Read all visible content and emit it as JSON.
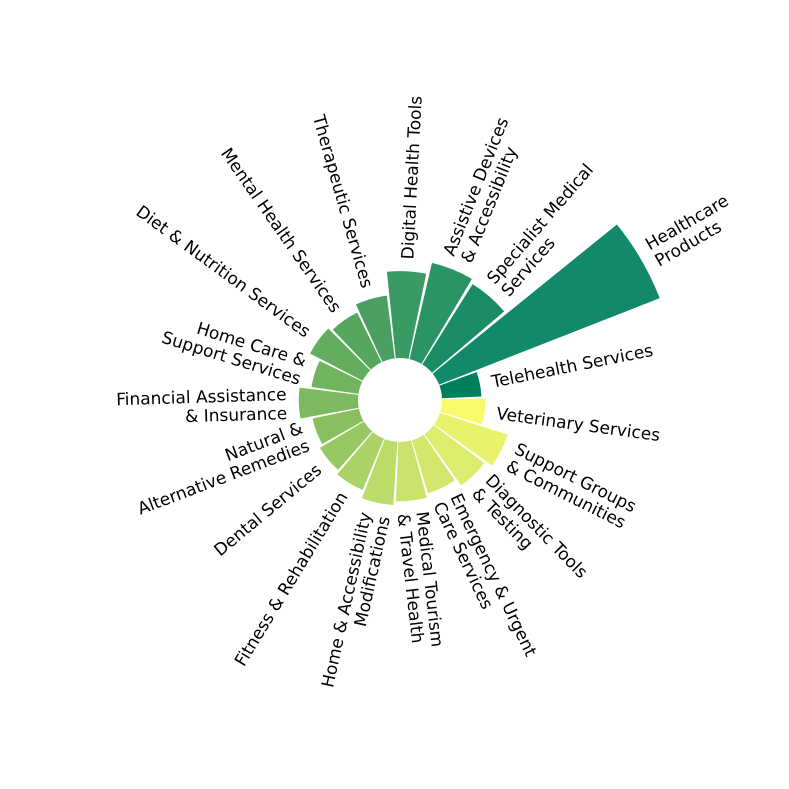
{
  "chart_data": {
    "type": "bar",
    "polar": true,
    "title": "",
    "categories": [
      "Telehealth Services",
      "Healthcare\nProducts",
      "Specialist Medical\nServices",
      "Assistive Devices\n& Accessibility",
      "Digital Health Tools",
      "Therapeutic Services",
      "Mental Health Services",
      "Diet & Nutrition Services",
      "Home Care &\nSupport Services",
      "Financial Assistance\n& Insurance",
      "Natural &\nAlternative Remedies",
      "Dental Services",
      "Fitness & Rehabilitation",
      "Home & Accessibility\nModifications",
      "Medical Tourism\n& Travel Health",
      "Emergency & Urgent\nCare Services",
      "Diagnostic Tools\n& Testing",
      "Support Groups\n& Communities",
      "Veterinary Services"
    ],
    "values": [
      50,
      300,
      120,
      125,
      110,
      80,
      70,
      75,
      60,
      75,
      60,
      65,
      70,
      80,
      75,
      70,
      80,
      90,
      55
    ],
    "colors": [
      "#007f5f",
      "#11896a",
      "#1a8c66",
      "#2a9464",
      "#3a9a63",
      "#4b9f60",
      "#55a75e",
      "#62ae5e",
      "#70b460",
      "#7cba60",
      "#88c060",
      "#98c864",
      "#acd166",
      "#bcdc69",
      "#c8e26b",
      "#d4e76c",
      "#dcec6c",
      "#e8f26d",
      "#f9fa6a"
    ],
    "grid": false,
    "axes": false
  }
}
